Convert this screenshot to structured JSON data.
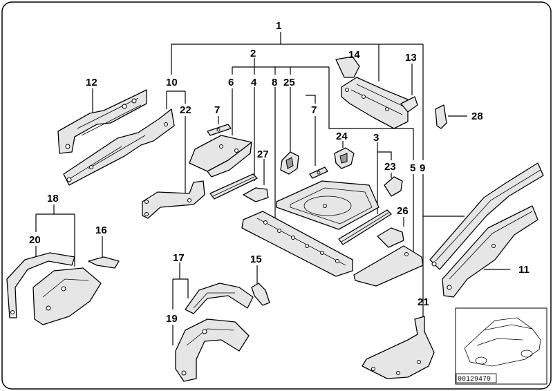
{
  "diagram": {
    "labels": [
      {
        "id": "1",
        "text": "1"
      },
      {
        "id": "2",
        "text": "2"
      },
      {
        "id": "3",
        "text": "3"
      },
      {
        "id": "4",
        "text": "4"
      },
      {
        "id": "5",
        "text": "5"
      },
      {
        "id": "6",
        "text": "6"
      },
      {
        "id": "7a",
        "text": "7"
      },
      {
        "id": "7b",
        "text": "7"
      },
      {
        "id": "8",
        "text": "8"
      },
      {
        "id": "9",
        "text": "9"
      },
      {
        "id": "10",
        "text": "10"
      },
      {
        "id": "11",
        "text": "11"
      },
      {
        "id": "12",
        "text": "12"
      },
      {
        "id": "13",
        "text": "13"
      },
      {
        "id": "14",
        "text": "14"
      },
      {
        "id": "15",
        "text": "15"
      },
      {
        "id": "16",
        "text": "16"
      },
      {
        "id": "17",
        "text": "17"
      },
      {
        "id": "18",
        "text": "18"
      },
      {
        "id": "19",
        "text": "19"
      },
      {
        "id": "20",
        "text": "20"
      },
      {
        "id": "21",
        "text": "21"
      },
      {
        "id": "22",
        "text": "22"
      },
      {
        "id": "23",
        "text": "23"
      },
      {
        "id": "24",
        "text": "24"
      },
      {
        "id": "25",
        "text": "25"
      },
      {
        "id": "26",
        "text": "26"
      },
      {
        "id": "27",
        "text": "27"
      },
      {
        "id": "28",
        "text": "28"
      }
    ],
    "inset_code": "00129479"
  }
}
